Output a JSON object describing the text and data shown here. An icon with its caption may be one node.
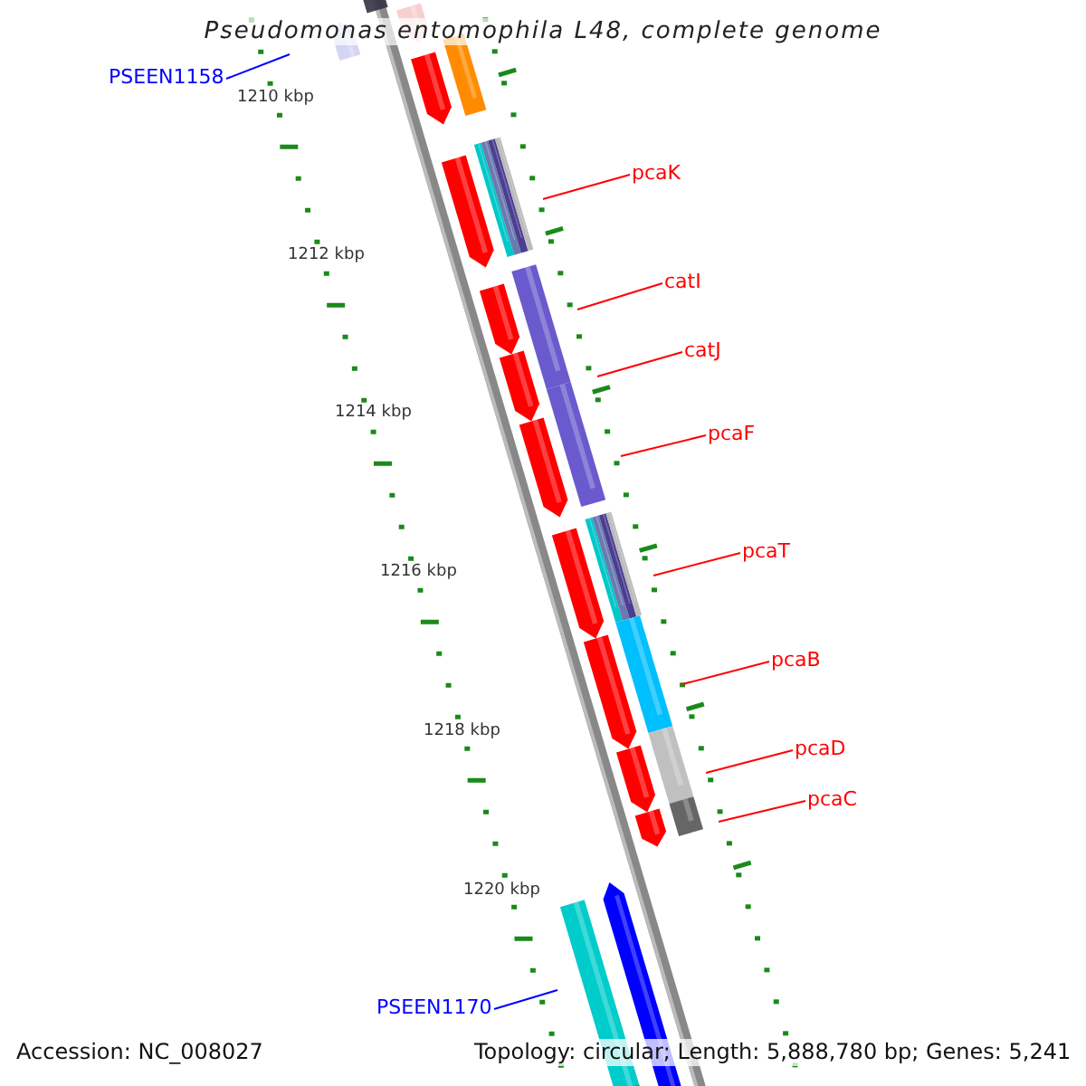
{
  "diagram": {
    "title": "Pseudomonas entomophila L48, complete genome",
    "nodes": [
      {
        "text": [
          "PSEEN1158"
        ]
      },
      {
        "text": [
          "pcaK"
        ]
      },
      {
        "text": [
          "catI"
        ]
      },
      {
        "text": [
          "catJ"
        ]
      },
      {
        "text": [
          "pcaF"
        ]
      },
      {
        "text": [
          "pcaT"
        ]
      },
      {
        "text": [
          "pcaB"
        ]
      },
      {
        "text": [
          "pcaD"
        ]
      },
      {
        "text": [
          "pcaC"
        ]
      },
      {
        "text": [
          "PSEEN1170"
        ]
      }
    ],
    "edges": [
      {
        "from": 0,
        "to": null,
        "arrow": "none",
        "color": "#0000ff"
      },
      {
        "from": 1,
        "to": null,
        "arrow": "none"
      },
      {
        "from": 2,
        "to": null,
        "arrow": "none"
      },
      {
        "from": 3,
        "to": null,
        "arrow": "none"
      },
      {
        "from": 4,
        "to": null,
        "arrow": "none"
      },
      {
        "from": 5,
        "to": null,
        "arrow": "none"
      },
      {
        "from": 6,
        "to": null,
        "arrow": "none"
      },
      {
        "from": 7,
        "to": null,
        "arrow": "none"
      },
      {
        "from": 8,
        "to": null,
        "arrow": "none"
      },
      {
        "from": 9,
        "to": null,
        "arrow": "none",
        "color": "#0000ff"
      }
    ],
    "labels": [
      "1210 kbp",
      "1212 kbp",
      "1214 kbp",
      "1216 kbp",
      "1218 kbp",
      "1220 kbp",
      "Accession: NC_008027",
      "Topology: circular; Length: 5,888,780 bp; Genes: 5,241"
    ]
  }
}
